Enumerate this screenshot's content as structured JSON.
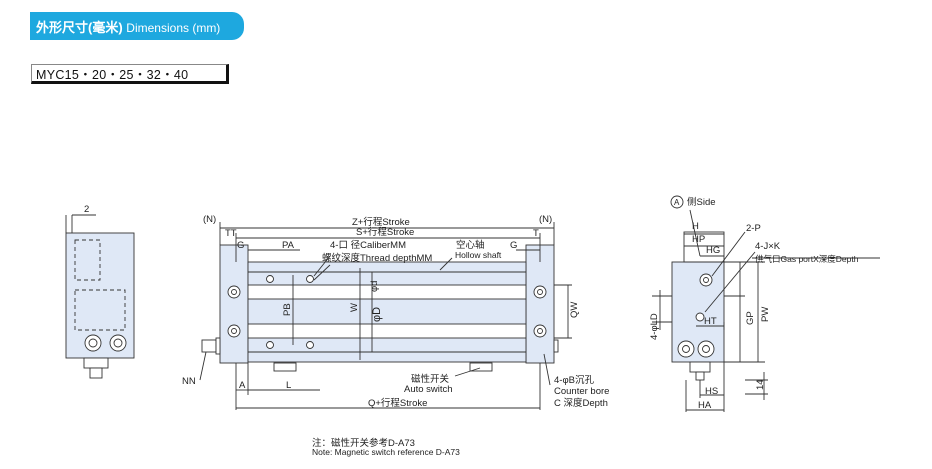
{
  "header": {
    "title_cn": "外形尺寸(毫米)",
    "title_en": "Dimensions (mm)",
    "accent_color": "#1ea8df"
  },
  "model": {
    "label": "MYC15・20・25・32・40"
  },
  "labels": {
    "dim_2": "2",
    "n_left": "(N)",
    "n_right": "(N)",
    "z_stroke": "Z+行程Stroke",
    "s_stroke": "S+行程Stroke",
    "tt": "TT",
    "g_left": "G",
    "pa": "PA",
    "caliber": "4-口 径CaliberMM",
    "thread": "螺纹深度Thread depthMM",
    "hollow_cn": "空心轴",
    "hollow_en": "Hollow shaft",
    "g_right": "G",
    "t": "T",
    "phi_d_small": "φd",
    "phi_d": "φD",
    "pb": "PB",
    "w": "W",
    "qw": "QW",
    "nn": "NN",
    "a": "A",
    "l": "L",
    "auto_cn": "磁性开关",
    "auto_en": "Auto switch",
    "q_stroke": "Q+行程Stroke",
    "counter_cn": "4-φB沉孔",
    "counter_en": "Counter bore",
    "c_depth": "C 深度Depth",
    "side_a": "A",
    "side_text": "侧Side",
    "h": "H",
    "hp": "HP",
    "hg": "HG",
    "two_p": "2-P",
    "four_jk": "4-J×K",
    "gas_port": "供气口Gas portX深度Depth",
    "four_ld": "4-φLD",
    "ht": "HT",
    "gp": "GP",
    "pw": "PW",
    "hs": "HS",
    "ha": "HA",
    "fourteen": "14"
  },
  "notes": {
    "cn": "注：磁性开关参考D-A73",
    "en": "Note: Magnetic switch reference D-A73"
  }
}
